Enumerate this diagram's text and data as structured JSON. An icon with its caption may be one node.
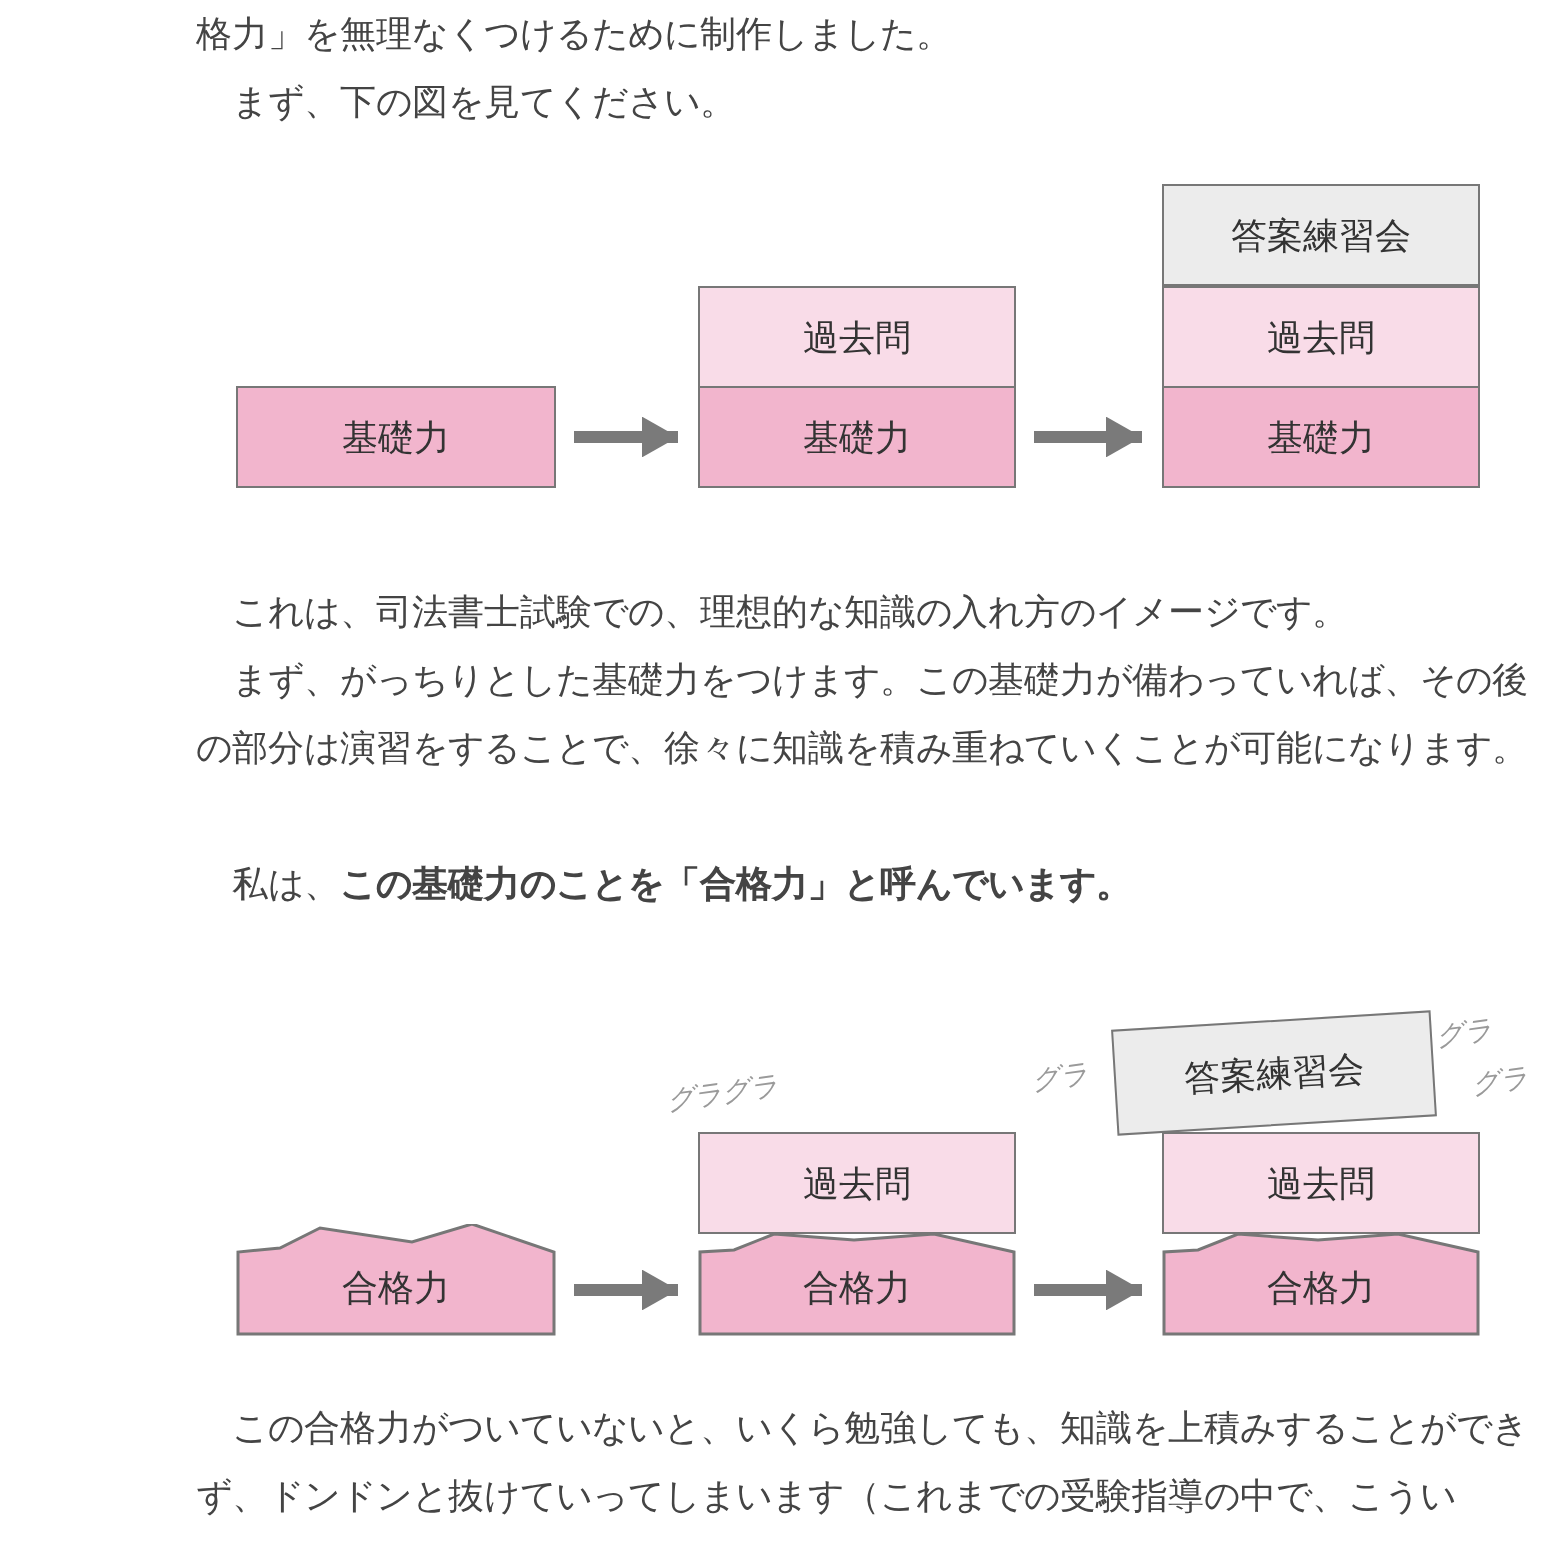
{
  "diagram": {
    "nodes": [
      {
        "text": [
          "基礎力"
        ]
      },
      {
        "text": [
          "過去問"
        ]
      },
      {
        "text": [
          "基礎力"
        ]
      },
      {
        "text": [
          "答案練習会"
        ]
      },
      {
        "text": [
          "過去問"
        ]
      },
      {
        "text": [
          "基礎力"
        ]
      },
      {
        "text": [
          "合格力"
        ]
      },
      {
        "text": [
          "過去問"
        ],
        "beside": [
          "グラグラ"
        ]
      },
      {
        "text": [
          "合格力"
        ]
      },
      {
        "text": [
          "答案練習会"
        ],
        "beside": [
          "グラ",
          "グラ",
          "グラ"
        ]
      },
      {
        "text": [
          "過去問"
        ]
      },
      {
        "text": [
          "合格力"
        ]
      }
    ],
    "edges": [
      {
        "from": 0,
        "to": 2,
        "arrow": "to"
      },
      {
        "from": 2,
        "to": 5,
        "arrow": "to"
      },
      {
        "from": 6,
        "to": 8,
        "arrow": "to"
      },
      {
        "from": 8,
        "to": 11,
        "arrow": "to"
      }
    ],
    "labels": [
      "格力」を無理なくつけるために制作しました。",
      "まず、下の図を見てください。",
      "これは、司法書士試験での、理想的な知識の入れ方のイメージです。",
      "まず、がっちりとした基礎力をつけます。この基礎力が備わっていれば、その後の部分は演習をすることで、徐々に知識を積み重ねていくことが可能になります。",
      "私は、**この基礎力のことを「合格力」と呼んでいます。**",
      "この合格力がついていないと、いくら勉強しても、知識を上積みすることができず、ドンドンと抜けていってしまいます（これまでの受験指導の中で、こうい"
    ]
  }
}
